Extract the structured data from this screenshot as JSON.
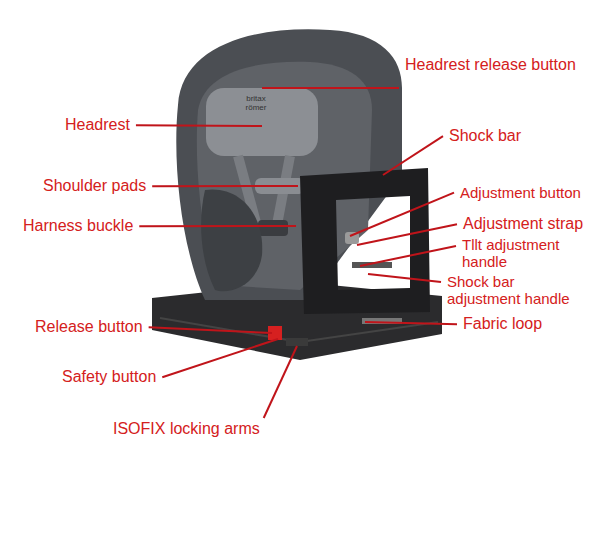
{
  "diagram": {
    "labels": [
      "Headrest release button",
      "britax römer",
      "Headrest",
      "Shock bar",
      "Shoulder pads",
      "Adjustment button",
      "Harness buckle",
      "Adjustment strap",
      "Tllt adjustment handle",
      "Shock bar adjustment handle",
      "Release button",
      "Fabric loop",
      "Safety button",
      "ISOFIX locking arms"
    ]
  }
}
